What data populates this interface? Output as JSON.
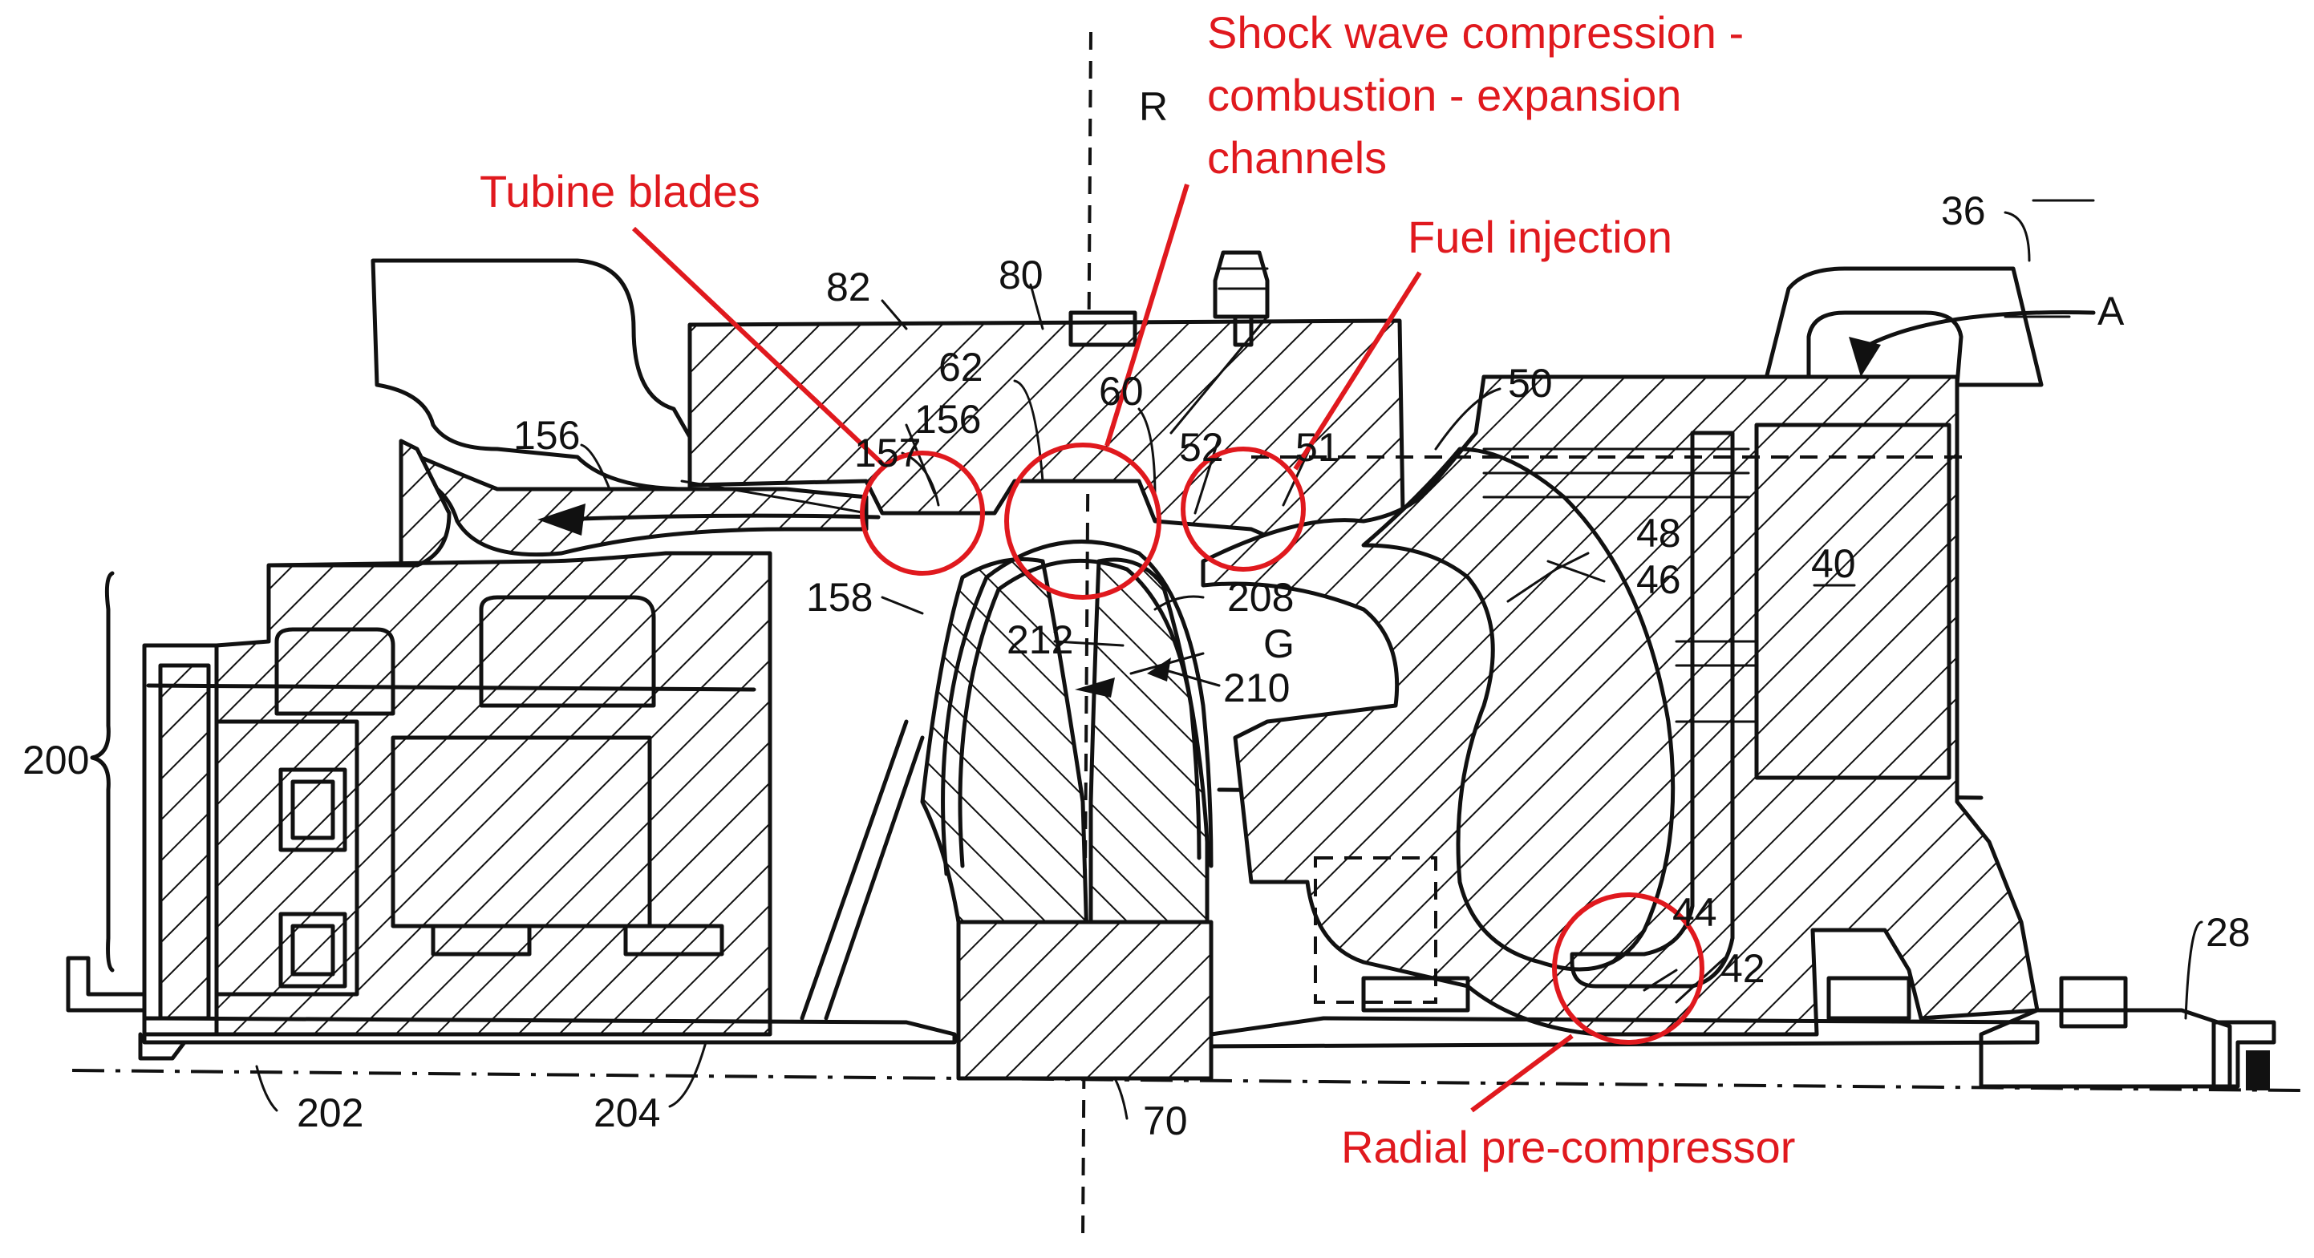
{
  "reference_numerals": {
    "r": "R",
    "a": "A",
    "g": "G",
    "n36": "36",
    "n40": "40",
    "n42": "42",
    "n44": "44",
    "n46": "46",
    "n48": "48",
    "n50": "50",
    "n51": "51",
    "n52": "52",
    "n60": "60",
    "n62": "62",
    "n70": "70",
    "n80": "80",
    "n82": "82",
    "n156a": "156",
    "n156b": "156",
    "n157": "157",
    "n158": "158",
    "n200": "200",
    "n202": "202",
    "n204": "204",
    "n208": "208",
    "n210": "210",
    "n212": "212",
    "n28": "28"
  },
  "annotations": {
    "shock_line1": "Shock wave compression -",
    "shock_line2": "combustion - expansion",
    "shock_line3": "channels",
    "turbine": "Tubine blades",
    "fuel": "Fuel injection",
    "precompressor": "Radial pre-compressor"
  },
  "colors": {
    "annotation": "#e0191e",
    "line_art": "#111111",
    "background": "#ffffff"
  }
}
